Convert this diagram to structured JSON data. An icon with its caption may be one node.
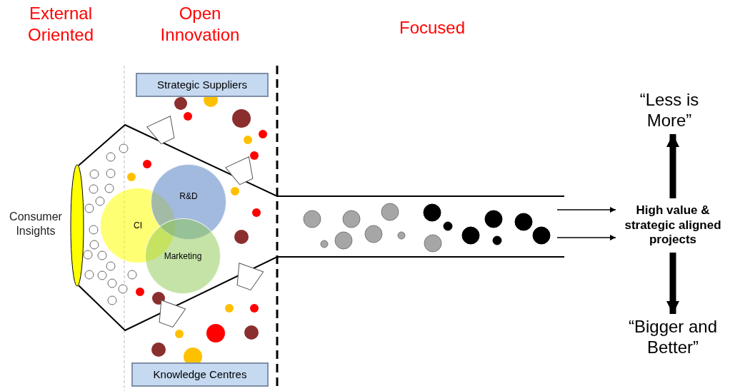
{
  "diagram": {
    "nodes": [
      {
        "text": [
          "Strategic Suppliers"
        ]
      },
      {
        "text": [
          "Knowledge Centres"
        ]
      },
      {
        "text": [
          "CI"
        ]
      },
      {
        "text": [
          "R&D"
        ]
      },
      {
        "text": [
          "Marketing"
        ]
      },
      {
        "text": [
          "High value & strategic aligned projects"
        ]
      },
      {
        "text": [
          "“Less is More”"
        ]
      },
      {
        "text": [
          "“Bigger and Better”"
        ]
      }
    ],
    "edges": [
      {
        "from": null,
        "to": 5,
        "arrow": "to"
      },
      {
        "from": null,
        "to": 5,
        "arrow": "to"
      },
      {
        "from": 5,
        "to": 6,
        "arrow": "to",
        "style": "thick"
      },
      {
        "from": 5,
        "to": 7,
        "arrow": "to",
        "style": "thick"
      }
    ],
    "labels": [
      "External Oriented",
      "Open Innovation",
      "Focused",
      "Consumer Insights"
    ]
  }
}
